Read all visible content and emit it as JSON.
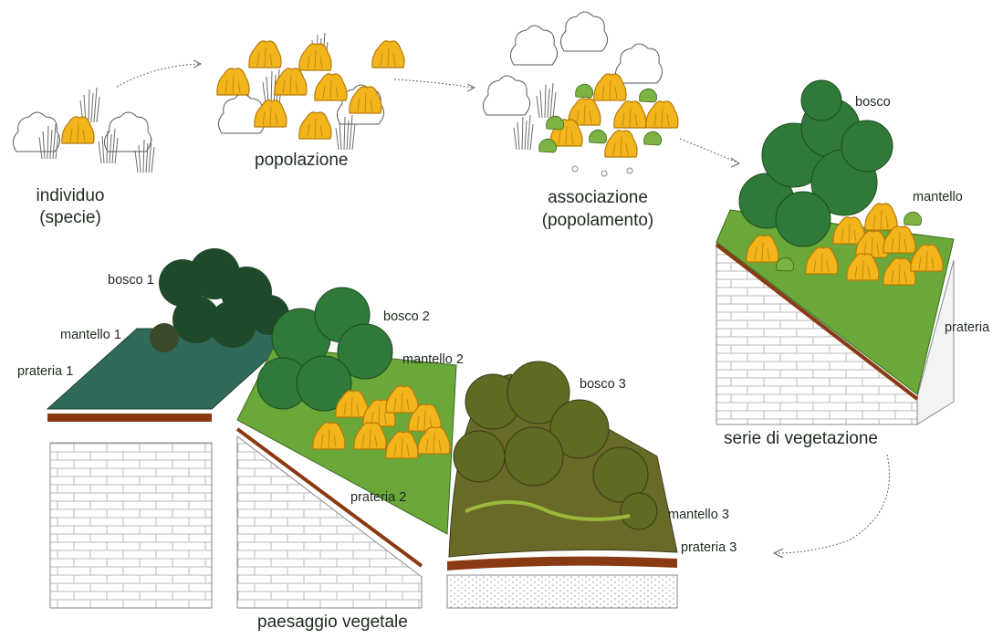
{
  "labels": {
    "individuo": "individuo",
    "specie": "(specie)",
    "popolazione": "popolazione",
    "associazione": "associazione",
    "popolamento": "(popolamento)",
    "bosco": "bosco",
    "mantello": "mantello",
    "prateria": "prateria",
    "serie": "serie di vegetazione",
    "bosco1": "bosco 1",
    "mantello1": "mantello 1",
    "prateria1": "prateria 1",
    "bosco2": "bosco 2",
    "mantello2": "mantello 2",
    "prateria2": "prateria 2",
    "bosco3": "bosco 3",
    "mantello3": "mantello 3",
    "prateria3": "prateria 3",
    "paesaggio": "paesaggio vegetale"
  },
  "colors": {
    "shrub_yellow": "#f2b51c",
    "shrub_outline": "#b7790a",
    "forest_dark": "#1f4a2a",
    "forest_green": "#2f7a38",
    "forest_olive": "#5f6a22",
    "meadow_green": "#6aa83a",
    "meadow_teal": "#2f6a5a",
    "soil_brown": "#8a3a12",
    "rock_line": "#bdbdbd"
  }
}
